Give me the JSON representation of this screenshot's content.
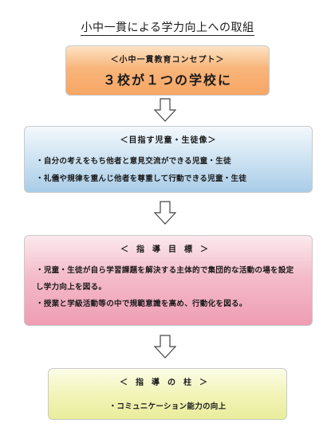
{
  "title": "小中一貫による学力向上への取組",
  "concept": {
    "heading": "＜小中一貫教育コンセプト＞",
    "text": "３校が１つの学校に"
  },
  "goal": {
    "heading": "＜目指す児童・生徒像＞",
    "items": [
      "自分の考えをもち他者と意見交流ができる児童・生徒",
      "礼儀や規律を重んじ他者を尊重して行動できる児童・生徒"
    ]
  },
  "guidance": {
    "heading": "＜指導目標＞",
    "items": [
      "児童・生徒が自ら学習課題を解決する主体的で集団的な活動の場を設定し学力向上を図る。",
      "授業と学級活動等の中で規範意識を高め、行動化を図る。"
    ]
  },
  "pillar": {
    "heading": "＜指導の柱＞",
    "items": [
      "コミュニケーション能力の向上"
    ]
  },
  "colors": {
    "concept": "#f6a665",
    "goal": "#a9cde8",
    "guidance": "#ee9db3",
    "pillar": "#e9ed9c"
  },
  "icons": [
    "down-arrow-icon"
  ]
}
